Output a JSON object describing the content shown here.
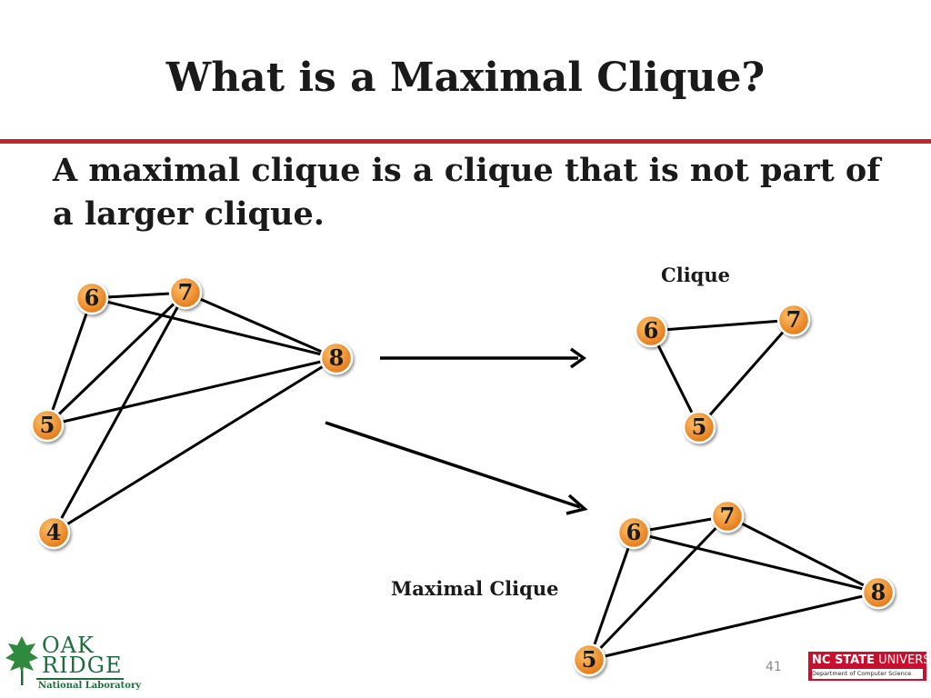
{
  "slide": {
    "title": "What is a Maximal Clique?",
    "definition": "A maximal clique  is a clique that is not part of a larger clique.",
    "page_number": "41"
  },
  "diagram": {
    "labels": {
      "clique": "Clique",
      "maximal_clique": "Maximal Clique"
    },
    "colors": {
      "node_fill": "#f28a1f",
      "node_stroke": "#ffffff",
      "edge": "#000000",
      "title_rule": "#c0272d"
    },
    "graphs": [
      {
        "id": "original",
        "nodes": [
          "6",
          "7",
          "8",
          "5",
          "4"
        ],
        "edges": [
          [
            "6",
            "7"
          ],
          [
            "6",
            "8"
          ],
          [
            "6",
            "5"
          ],
          [
            "7",
            "8"
          ],
          [
            "7",
            "5"
          ],
          [
            "7",
            "4"
          ],
          [
            "8",
            "5"
          ],
          [
            "8",
            "4"
          ]
        ]
      },
      {
        "id": "clique",
        "nodes": [
          "6",
          "7",
          "5"
        ],
        "edges": [
          [
            "6",
            "7"
          ],
          [
            "6",
            "5"
          ],
          [
            "7",
            "5"
          ]
        ]
      },
      {
        "id": "maximal-clique",
        "nodes": [
          "6",
          "7",
          "8",
          "5"
        ],
        "edges": [
          [
            "6",
            "7"
          ],
          [
            "6",
            "8"
          ],
          [
            "6",
            "5"
          ],
          [
            "7",
            "8"
          ],
          [
            "7",
            "5"
          ],
          [
            "8",
            "5"
          ]
        ]
      }
    ]
  },
  "logos": {
    "ornl": {
      "line1": "OAK",
      "line2": "RIDGE",
      "sub": "National Laboratory"
    },
    "ncsu": {
      "name_bold": "NC STATE",
      "name_rest": " UNIVERSITY",
      "dept": "Department of Computer Science"
    }
  }
}
